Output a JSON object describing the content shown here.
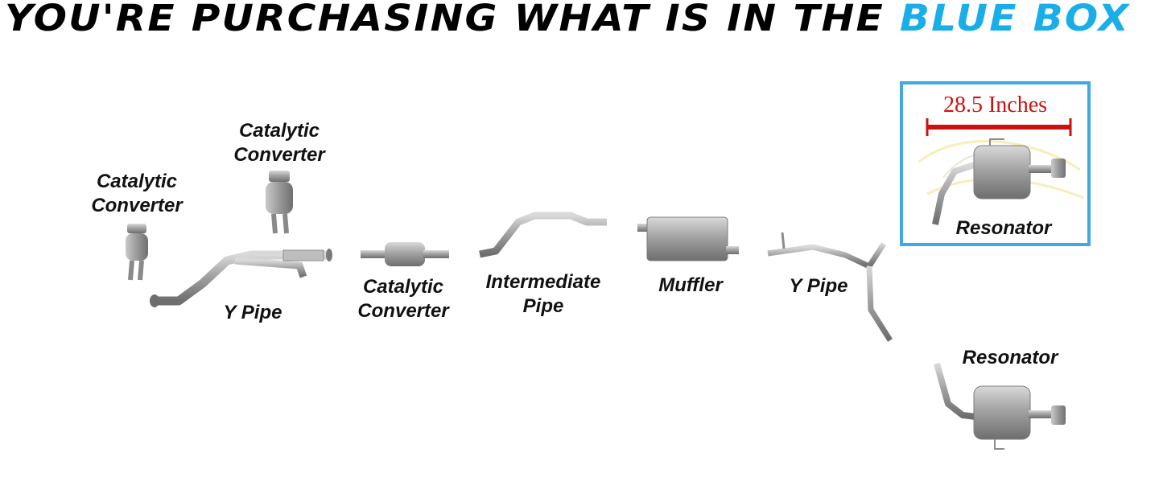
{
  "header": {
    "text_main": "YOU'RE PURCHASING WHAT IS IN THE ",
    "text_accent": "BLUE BOX"
  },
  "colors": {
    "accent": "#1aaee8",
    "box_border": "#42a8e2",
    "measure_red": "#cc1111",
    "pipe_gray": "#9a9a9a"
  },
  "parts": [
    {
      "id": "cat-left",
      "lines": [
        "Catalytic",
        "Converter"
      ]
    },
    {
      "id": "cat-top",
      "lines": [
        "Catalytic",
        "Converter"
      ]
    },
    {
      "id": "y-pipe-1",
      "lines": [
        "Y Pipe"
      ]
    },
    {
      "id": "cat-middle",
      "lines": [
        "Catalytic",
        "Converter"
      ]
    },
    {
      "id": "intermediate-pipe",
      "lines": [
        "Intermediate",
        "Pipe"
      ]
    },
    {
      "id": "muffler",
      "lines": [
        "Muffler"
      ]
    },
    {
      "id": "y-pipe-2",
      "lines": [
        "Y Pipe"
      ]
    },
    {
      "id": "resonator-boxed",
      "lines": [
        "Resonator"
      ]
    },
    {
      "id": "resonator-lower",
      "lines": [
        "Resonator"
      ]
    }
  ],
  "measurement": {
    "label": "28.5 Inches"
  }
}
